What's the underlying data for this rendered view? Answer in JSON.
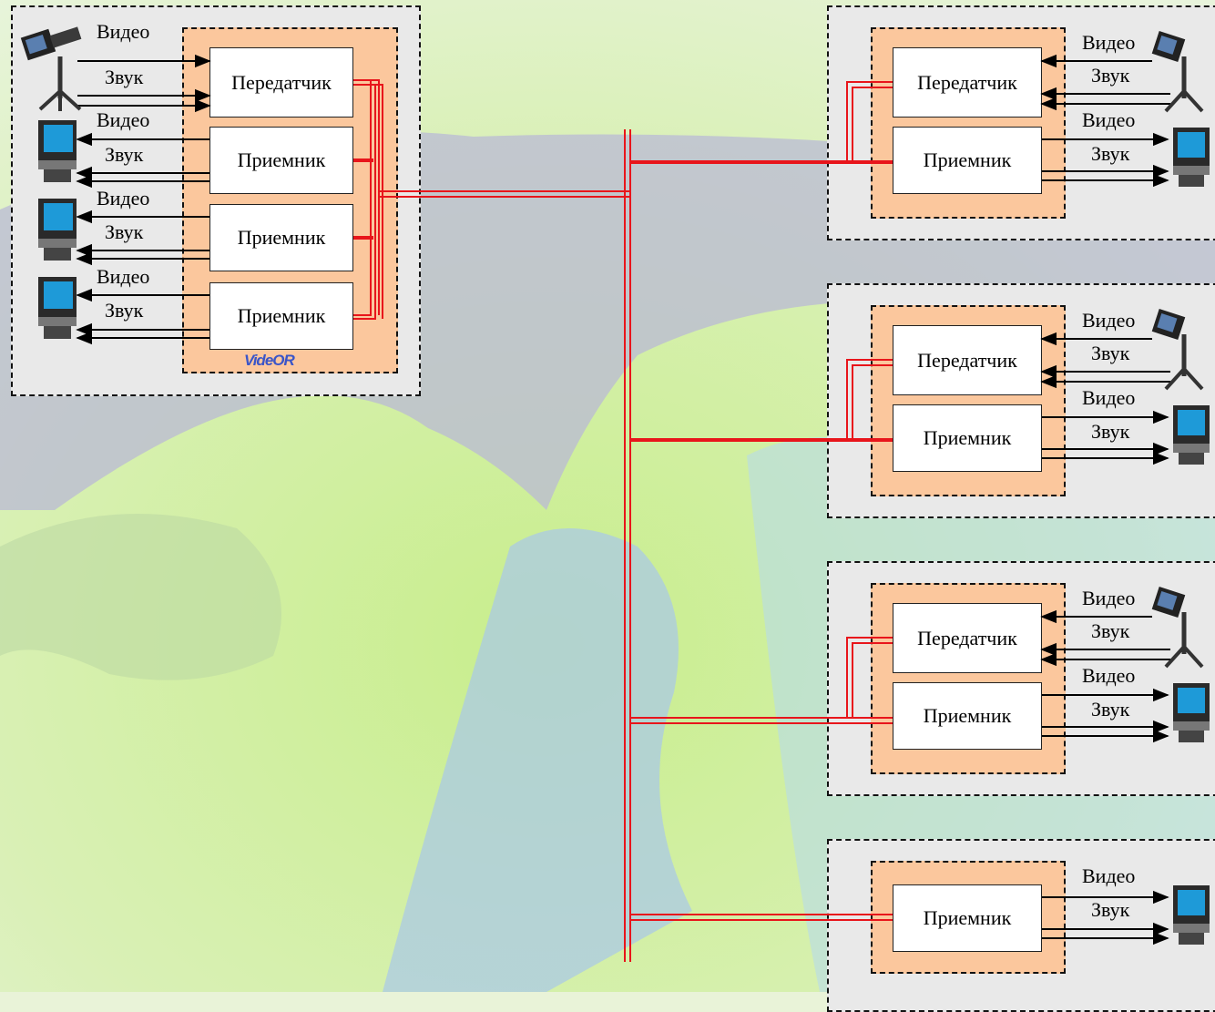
{
  "colors": {
    "link": "#e8151b",
    "unit_fill": "#fbc79d",
    "station_fill": "#e9e9e9"
  },
  "labels": {
    "video": "Видео",
    "audio": "Звук",
    "transmitter": "Передатчик",
    "receiver": "Приемник"
  },
  "logo": "VideOR",
  "icons": {
    "camera": "video-camera-icon",
    "monitor": "monitor-icon"
  }
}
